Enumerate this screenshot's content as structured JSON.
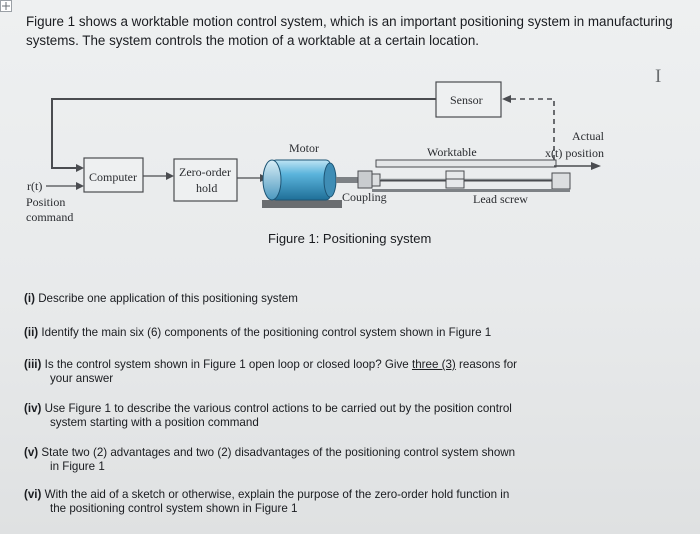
{
  "intro_text": "Figure 1 shows a worktable motion control system, which is an important positioning system in manufacturing systems. The system controls the motion of a worktable at a certain location.",
  "figure": {
    "caption": "Figure 1: Positioning system",
    "labels": {
      "sensor": "Sensor",
      "motor": "Motor",
      "worktable": "Worktable",
      "actual": "Actual",
      "actual_position": "x(t) position",
      "computer": "Computer",
      "zoh_line1": "Zero-order",
      "zoh_line2": "hold",
      "r_t": "r(t)",
      "position": "Position",
      "command": "command",
      "coupling": "Coupling",
      "lead_screw": "Lead screw"
    }
  },
  "questions": [
    {
      "num": "(i)",
      "text": "Describe one application of this positioning system",
      "cont": ""
    },
    {
      "num": "(ii)",
      "text": "Identify the main six (6) components of the positioning control system shown in Figure 1",
      "cont": ""
    },
    {
      "num": "(iii)",
      "text_before": "Is the control system shown in Figure 1 open loop or closed loop? Give ",
      "underlined": "three (3)",
      "text_after": " reasons for",
      "cont": "your answer"
    },
    {
      "num": "(iv)",
      "text": "Use Figure 1 to describe the various control actions to be carried out by the position control",
      "cont": "system starting with a position command"
    },
    {
      "num": "(v)",
      "text": "State two (2) advantages and two (2) disadvantages of the positioning control system shown",
      "cont": "in Figure 1"
    },
    {
      "num": "(vi)",
      "text": "With the aid of a sketch or otherwise, explain the purpose of the zero-order hold function in",
      "cont": "the positioning control system shown in Figure 1"
    }
  ]
}
